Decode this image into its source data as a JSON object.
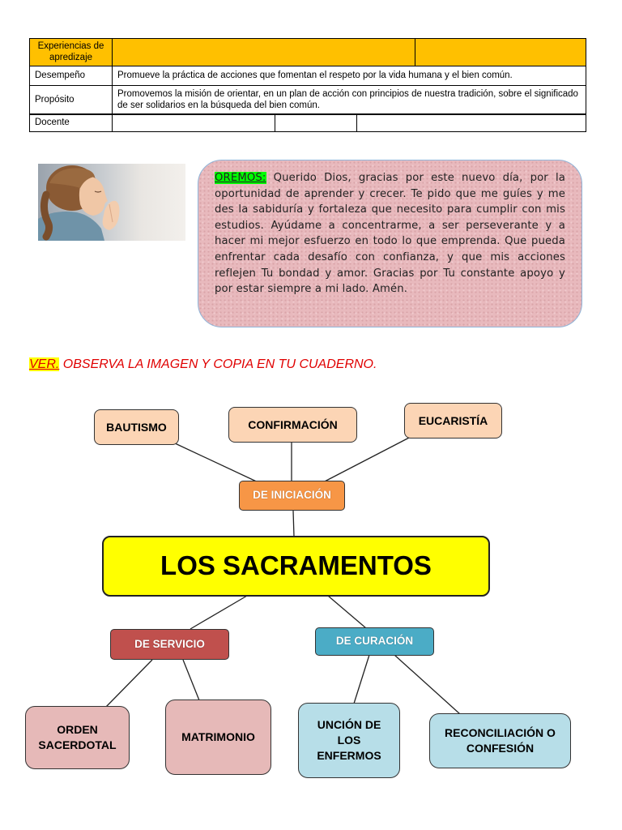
{
  "table": {
    "row1": {
      "label": "Experiencias de apredizaje",
      "col2": "",
      "col3": ""
    },
    "row2": {
      "label": "Desempeño",
      "value": "Promueve la práctica de acciones que fomentan el respeto por la vida humana y el bien común."
    },
    "row3": {
      "label": "Propósito",
      "value": "Promovemos la misión de orientar, en un plan de acción con principios de nuestra tradición, sobre el significado de ser solidarios en la búsqueda del bien común."
    },
    "row4": {
      "label": "Docente",
      "col2": "",
      "col3": "",
      "col4": ""
    },
    "header_color": "#ffc000"
  },
  "prayer": {
    "title": "OREMOS:",
    "text": " Querido Dios, gracias por este nuevo día, por la oportunidad de aprender y crecer. Te pido que me guíes y me des la sabiduría y fortaleza que necesito para cumplir con mis estudios. Ayúdame a concentrarme, a ser perseverante y a hacer mi mejor esfuerzo en todo lo que emprenda. Que pueda enfrentar cada desafío con confianza, y que mis acciones reflejen Tu bondad y amor. Gracias por Tu constante apoyo y por estar siempre a mi lado. Amén."
  },
  "instruction": {
    "ver": "VER.",
    "text": " OBSERVA LA IMAGEN Y COPIA EN TU CUADERNO."
  },
  "diagram": {
    "main": "LOS SACRAMENTOS",
    "iniciacion": {
      "label": "DE INICIACIÓN",
      "children": [
        "BAUTISMO",
        "CONFIRMACIÓN",
        "EUCARISTÍA"
      ]
    },
    "servicio": {
      "label": "DE SERVICIO",
      "children": [
        "ORDEN SACERDOTAL",
        "MATRIMONIO"
      ]
    },
    "curacion": {
      "label": "DE CURACIÓN",
      "children": [
        "UNCIÓN DE LOS ENFERMOS",
        "RECONCILIACIÓN O CONFESIÓN"
      ]
    }
  }
}
